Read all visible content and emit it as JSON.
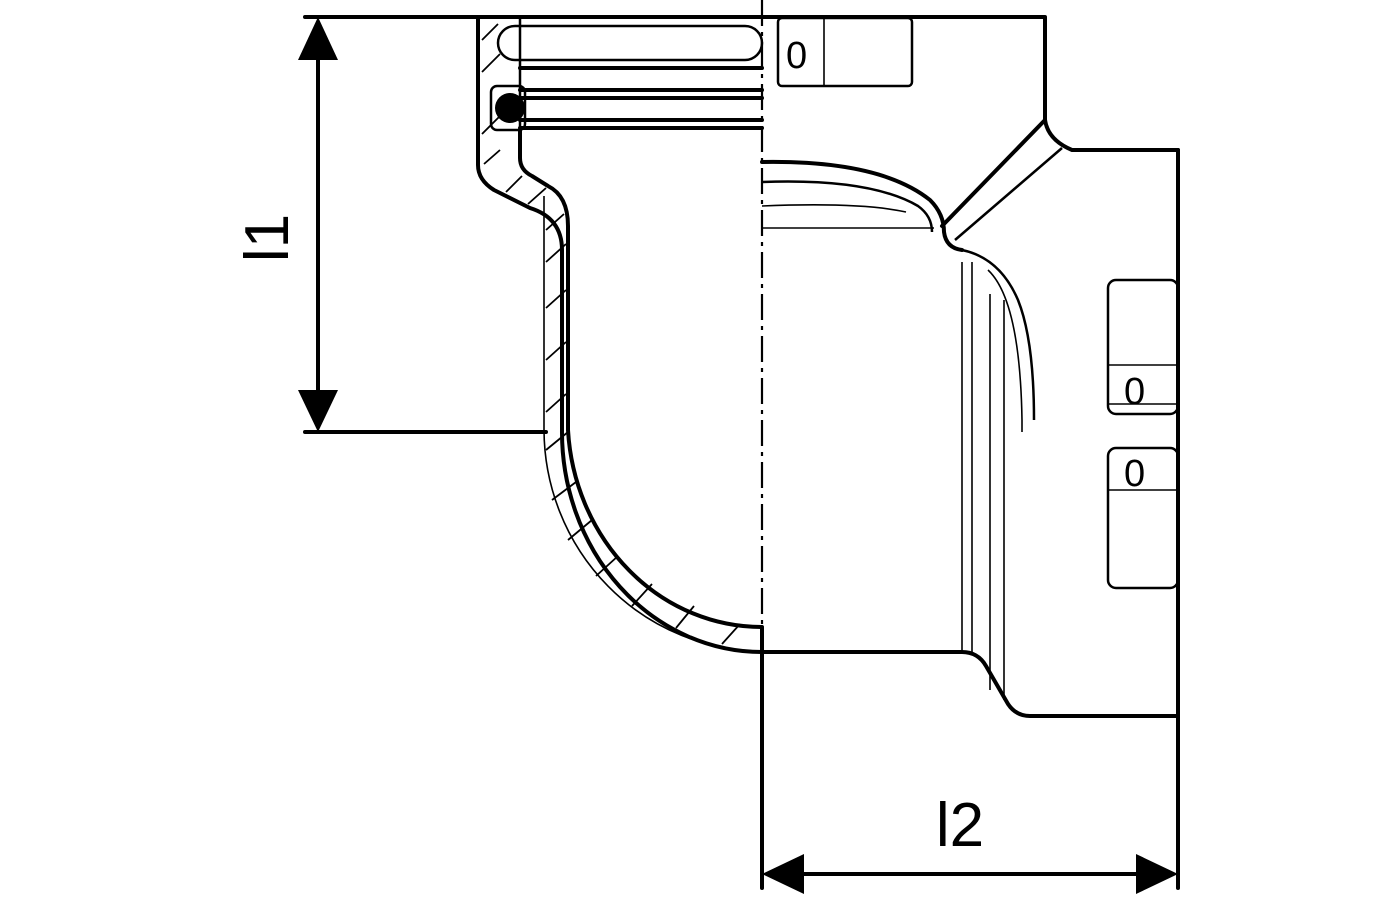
{
  "dimensions": {
    "l1": "l1",
    "l2": "l2"
  },
  "marks": {
    "top": "0",
    "right_upper": "0",
    "right_lower": "0"
  }
}
